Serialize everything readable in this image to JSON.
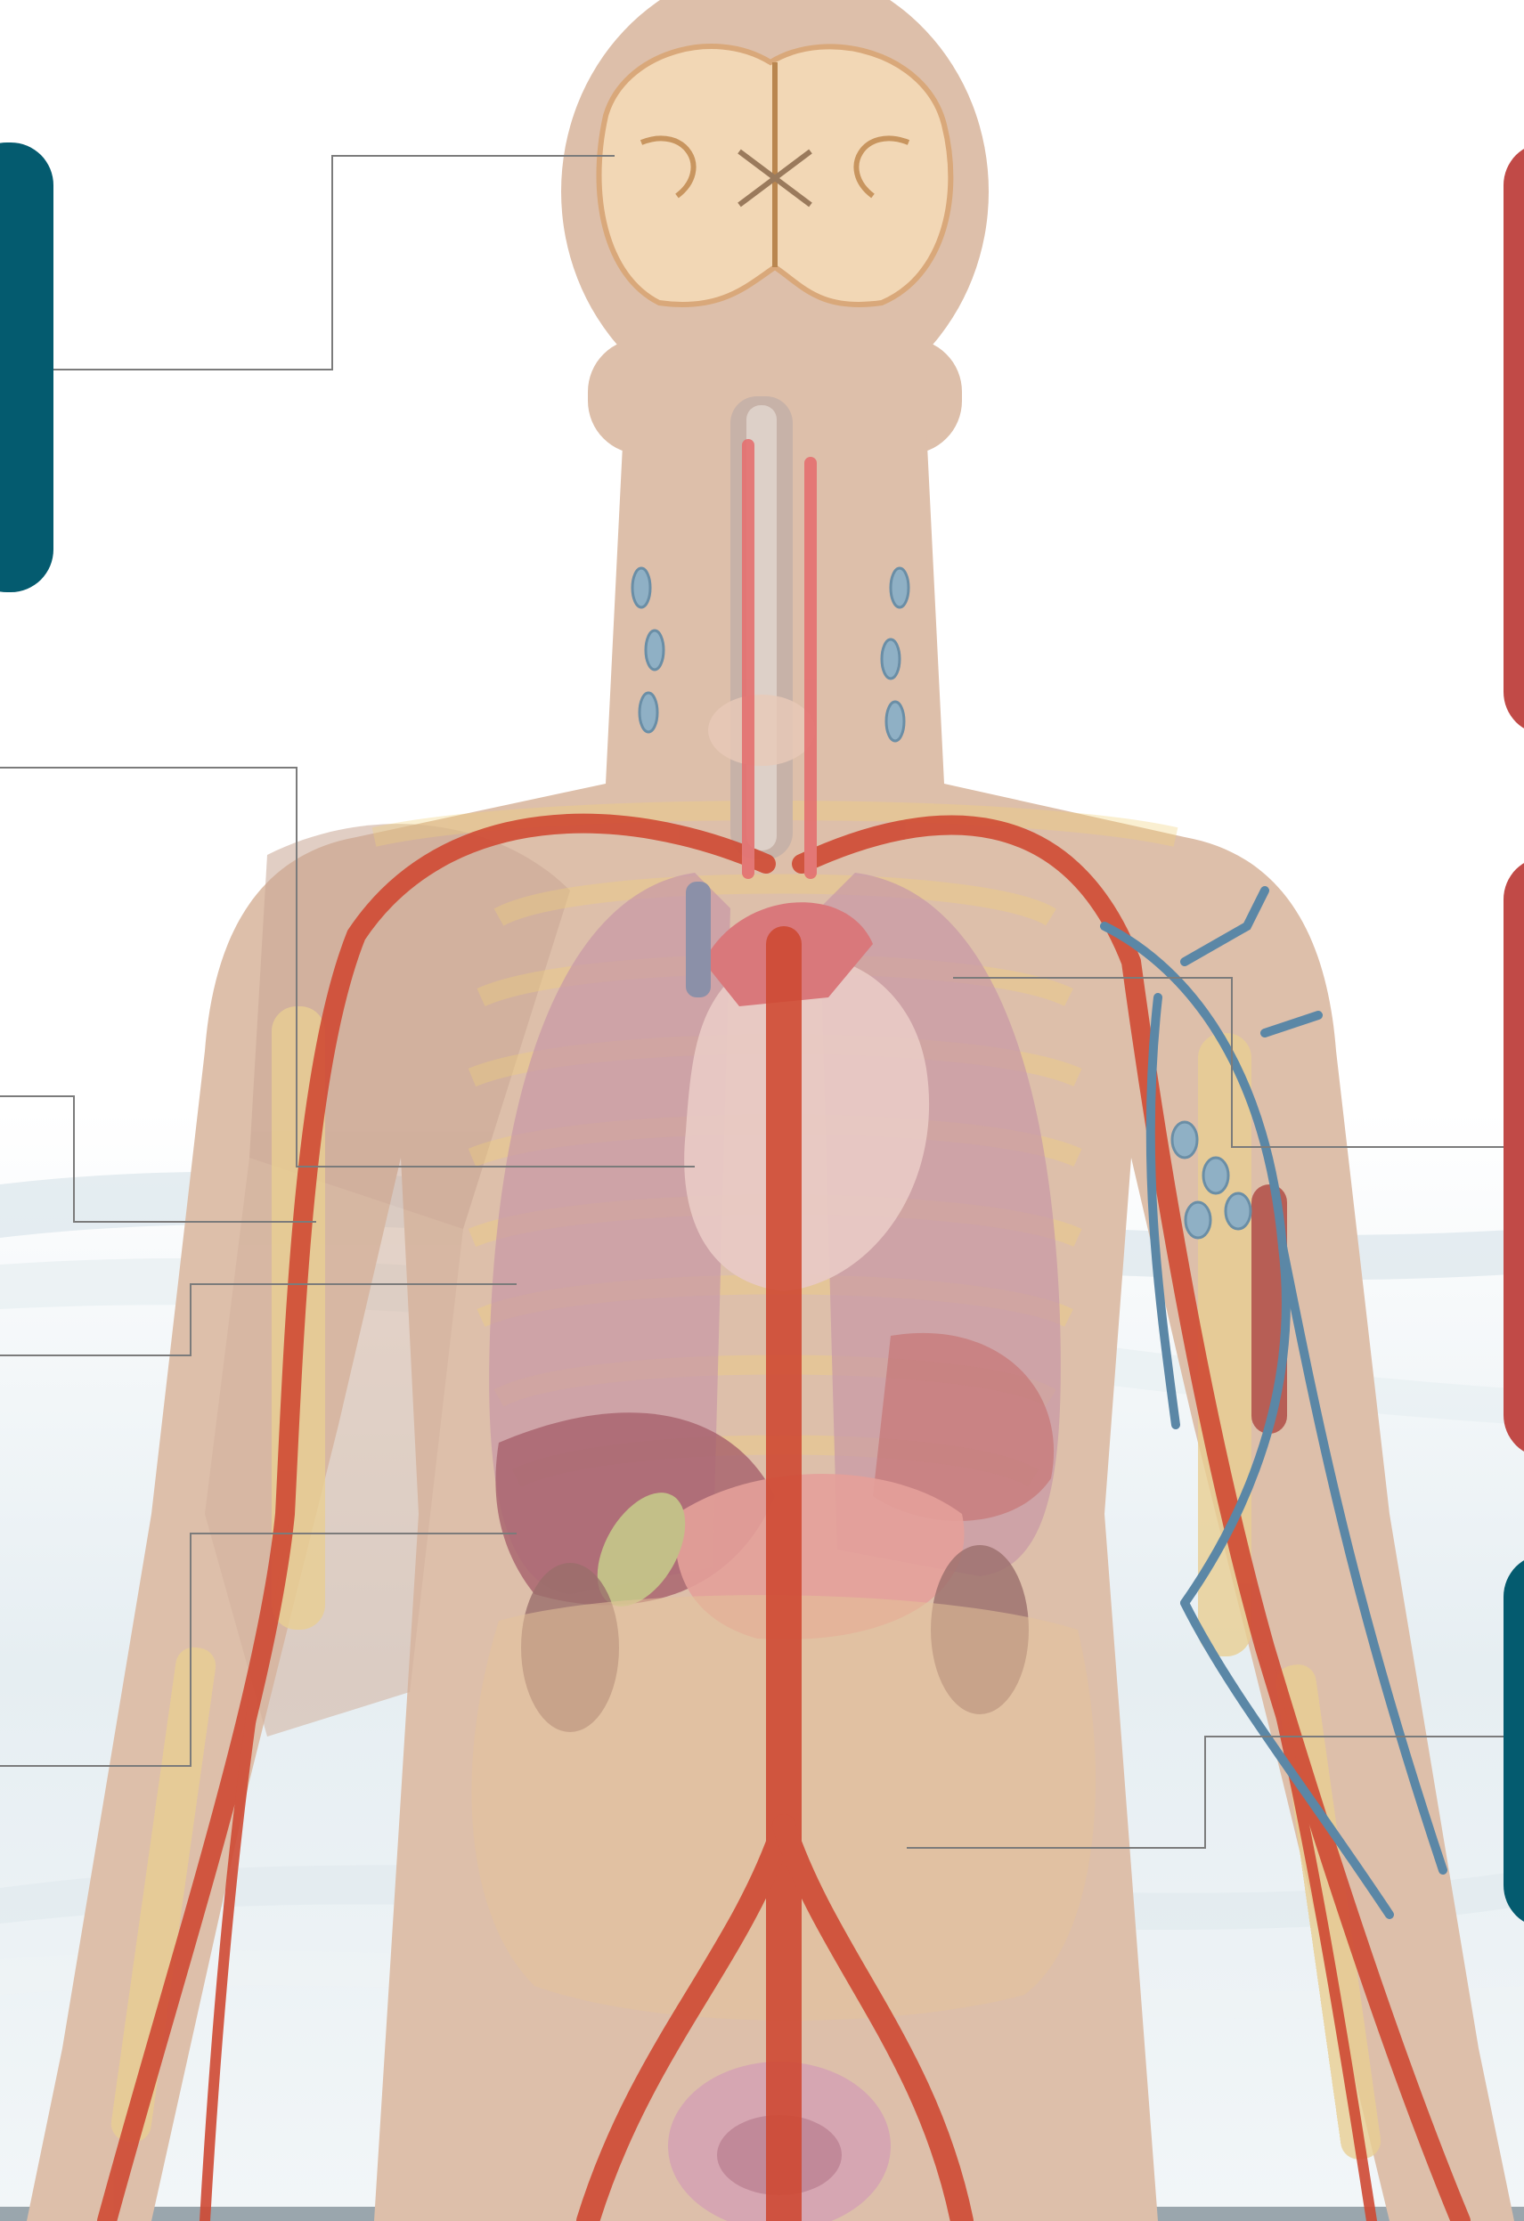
{
  "colors": {
    "background": "#ffffff",
    "skin": "#ddbfaa",
    "teal_box": "#045b6f",
    "red_box": "#c14a47",
    "artery": "#cf4a33",
    "vein": "#5b87a6",
    "bone": "#e9cf93",
    "lung": "#c89aa6",
    "heart": "#d9787b",
    "brain": "#f2d7b5",
    "leader_line": "#7b7b7b"
  },
  "label_boxes": [
    {
      "id": "brain-box",
      "color": "teal",
      "text": ""
    },
    {
      "id": "right-top-box",
      "color": "red",
      "text": ""
    },
    {
      "id": "right-middle-box",
      "color": "red",
      "text": ""
    },
    {
      "id": "right-bottom-box",
      "color": "teal",
      "text": ""
    }
  ],
  "organs": [
    {
      "name": "brain-icon"
    },
    {
      "name": "trachea-icon"
    },
    {
      "name": "lymph-nodes-icon"
    },
    {
      "name": "lungs-icon"
    },
    {
      "name": "heart-icon"
    },
    {
      "name": "liver-icon"
    },
    {
      "name": "stomach-icon"
    },
    {
      "name": "pancreas-icon"
    },
    {
      "name": "kidneys-icon"
    },
    {
      "name": "intestines-icon"
    },
    {
      "name": "bladder-icon"
    },
    {
      "name": "arteries-icon"
    },
    {
      "name": "veins-icon"
    },
    {
      "name": "arm-bones-icon"
    },
    {
      "name": "muscle-icon"
    }
  ]
}
